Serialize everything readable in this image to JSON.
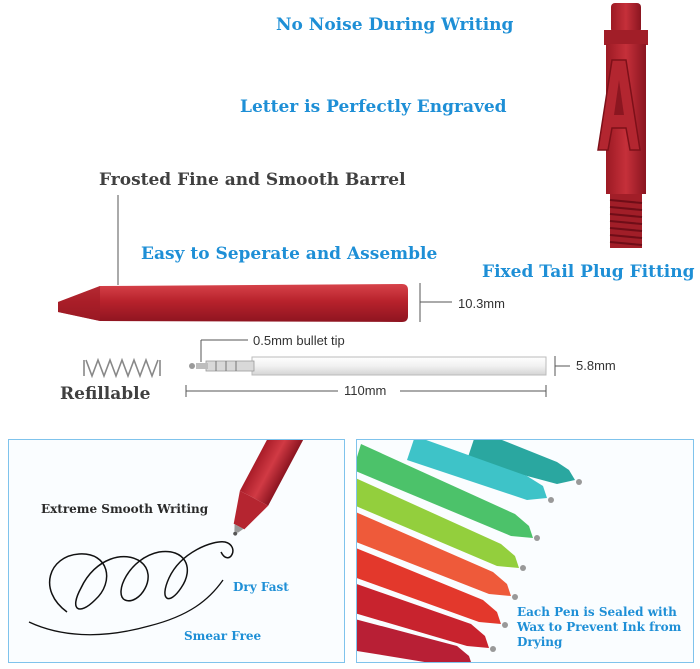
{
  "top_section": {
    "labels": {
      "no_noise": "No Noise During Writing",
      "letter_engraved": "Letter is Perfectly Engraved",
      "frosted_barrel": "Frosted Fine and Smooth Barrel",
      "easy_separate": "Easy to Seperate and Assemble",
      "fixed_tail": "Fixed Tail Plug Fitting",
      "refillable": "Refillable"
    },
    "cap_letter": "A",
    "dimensions": {
      "barrel_diameter": "10.3mm",
      "bullet_tip": "0.5mm bullet tip",
      "refill_diameter": "5.8mm",
      "refill_length": "110mm"
    }
  },
  "bottom_left_panel": {
    "title": "Extreme Smooth Writing",
    "dry_fast": "Dry Fast",
    "smear_free": "Smear Free"
  },
  "bottom_right_panel": {
    "caption": "Each Pen is Sealed with Wax to Prevent Ink from Drying"
  },
  "colors": {
    "accent_blue": "#1e8fd6",
    "pen_red": "#b8222c",
    "panel_border": "#7fc3ec",
    "pen_colors": [
      "#2aa7a0",
      "#3ec3c8",
      "#4cc26a",
      "#93cf3d",
      "#ee5a3a",
      "#e3382c",
      "#c8232e",
      "#b81f35"
    ]
  }
}
